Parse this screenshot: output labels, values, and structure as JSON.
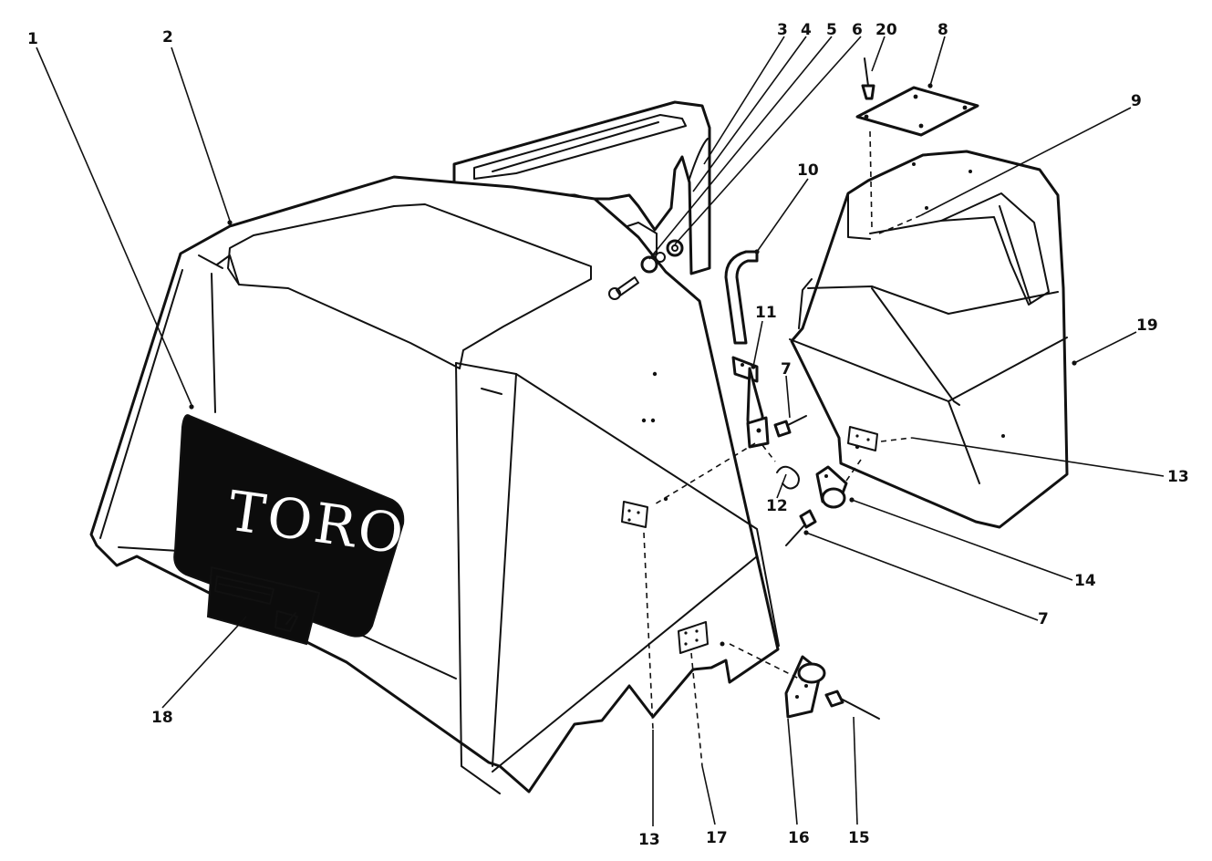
{
  "brand_text": "TORO",
  "callouts": {
    "c1": "1",
    "c2": "2",
    "c3": "3",
    "c4": "4",
    "c5": "5",
    "c6": "6",
    "c20": "20",
    "c8": "8",
    "c9": "9",
    "c10": "10",
    "c11": "11",
    "c7a": "7",
    "c12": "12",
    "c19": "19",
    "c13a": "13",
    "c14": "14",
    "c7b": "7",
    "c18": "18",
    "c13b": "13",
    "c17": "17",
    "c16": "16",
    "c15": "15"
  }
}
